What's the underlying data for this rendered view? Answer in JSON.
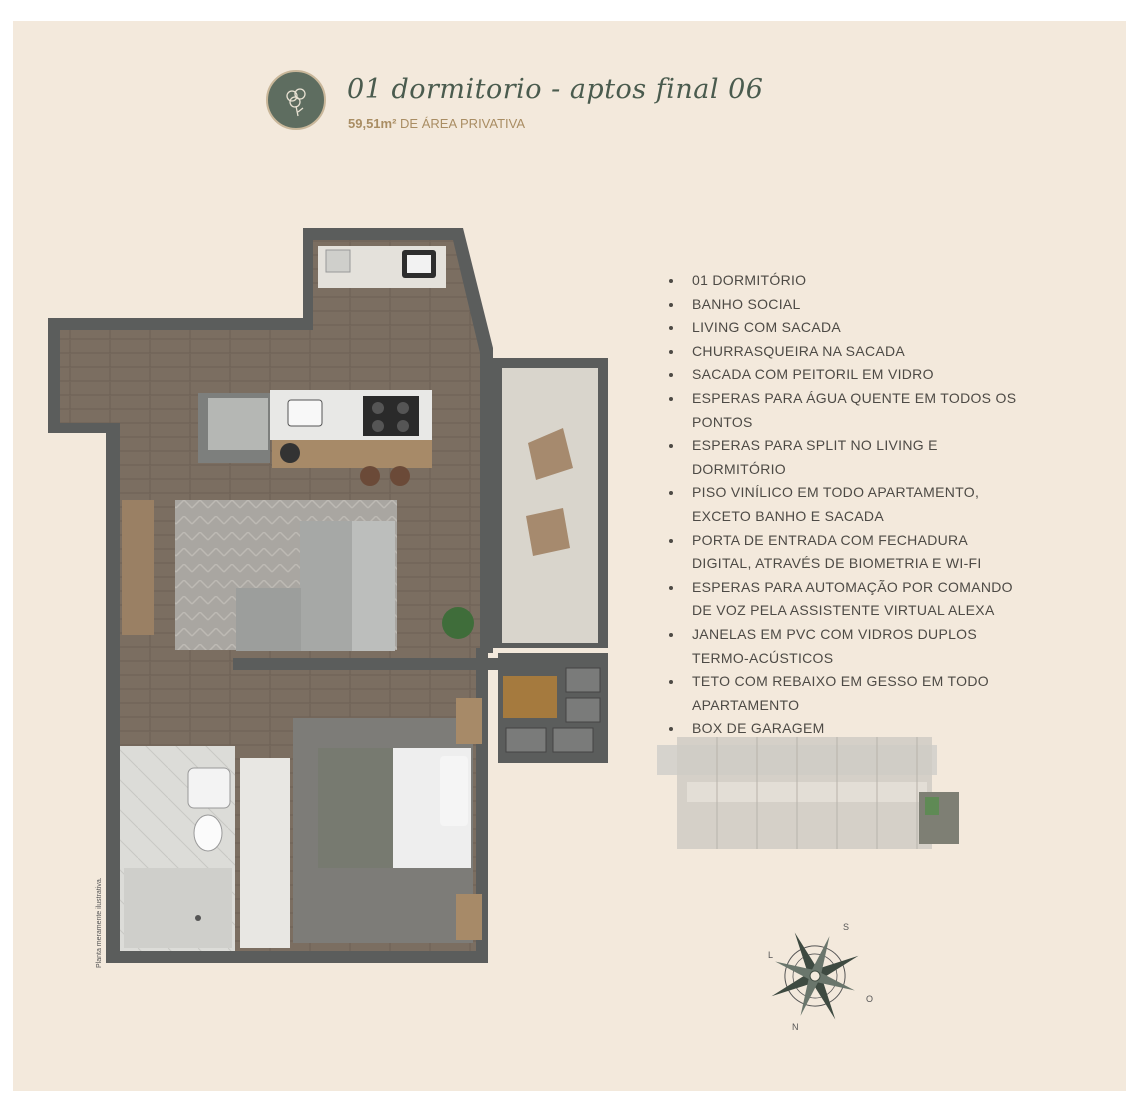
{
  "header": {
    "title": "01 dormitorio - aptos final 06",
    "area_value": "59,51m²",
    "area_label": "DE ÁREA PRIVATIVA"
  },
  "features": [
    "01 DORMITÓRIO",
    "BANHO SOCIAL",
    "LIVING COM SACADA",
    "CHURRASQUEIRA NA SACADA",
    "SACADA COM PEITORIL EM VIDRO",
    "ESPERAS PARA ÁGUA QUENTE EM TODOS OS PONTOS",
    "ESPERAS PARA SPLIT NO LIVING E DORMITÓRIO",
    "PISO VINÍLICO EM TODO APARTAMENTO, EXCETO BANHO E SACADA",
    "PORTA DE ENTRADA COM FECHADURA DIGITAL, ATRAVÉS DE BIOMETRIA E WI-FI",
    "ESPERAS PARA AUTOMAÇÃO POR COMANDO DE VOZ PELA ASSISTENTE VIRTUAL ALEXA",
    "JANELAS EM PVC COM VIDROS DUPLOS TERMO-ACÚSTICOS",
    "TETO COM REBAIXO EM GESSO EM TODO APARTAMENTO",
    "BOX DE GARAGEM"
  ],
  "disclaimer": "Planta meramente ilustrativa.",
  "compass": {
    "north": "N",
    "south": "S",
    "east": "L",
    "west": "O"
  },
  "colors": {
    "background": "#f3e9dc",
    "accent": "#5e6d60",
    "gold": "#a98d63",
    "wall": "#5b5d5c",
    "floor": "#7a6d60"
  }
}
